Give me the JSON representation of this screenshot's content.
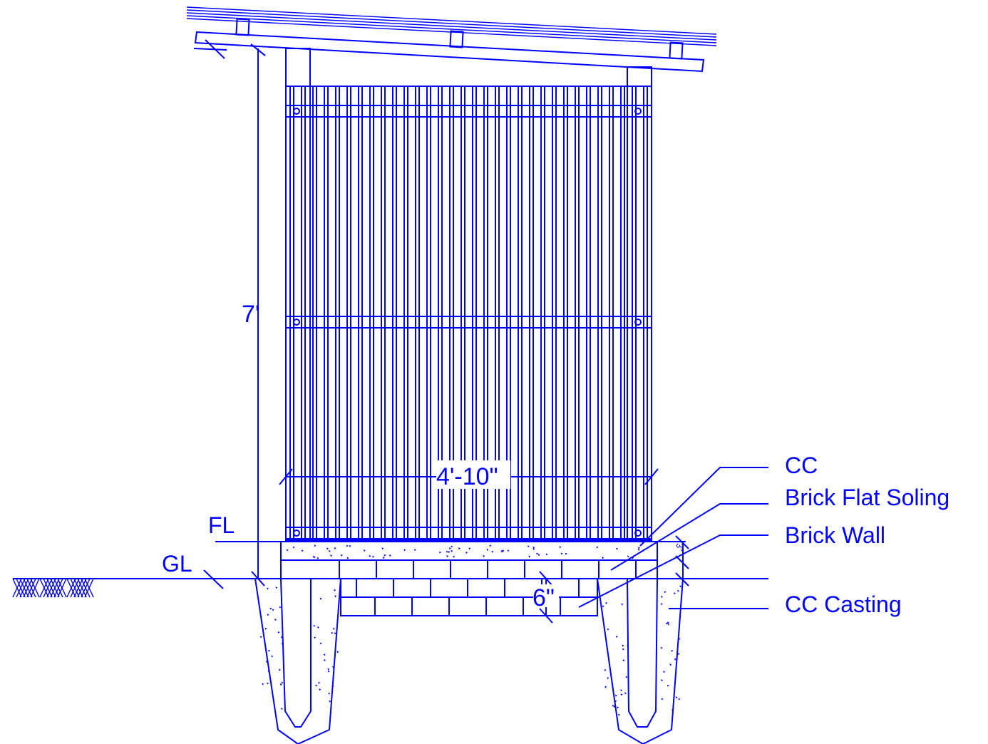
{
  "colors": {
    "line": "#0000ff",
    "background": "#ffffff"
  },
  "labels": {
    "cc": "CC",
    "brick_flat_soling": "Brick Flat Soling",
    "brick_wall": "Brick Wall",
    "cc_casting": "CC Casting",
    "fl": "FL",
    "gl": "GL"
  },
  "dimensions": {
    "height": "7'",
    "width": "4'-10\"",
    "foundation_depth": "6\"",
    "slab_thickness": "3\""
  },
  "icons": {
    "ground_hatch": "soil-hatch-icon"
  }
}
